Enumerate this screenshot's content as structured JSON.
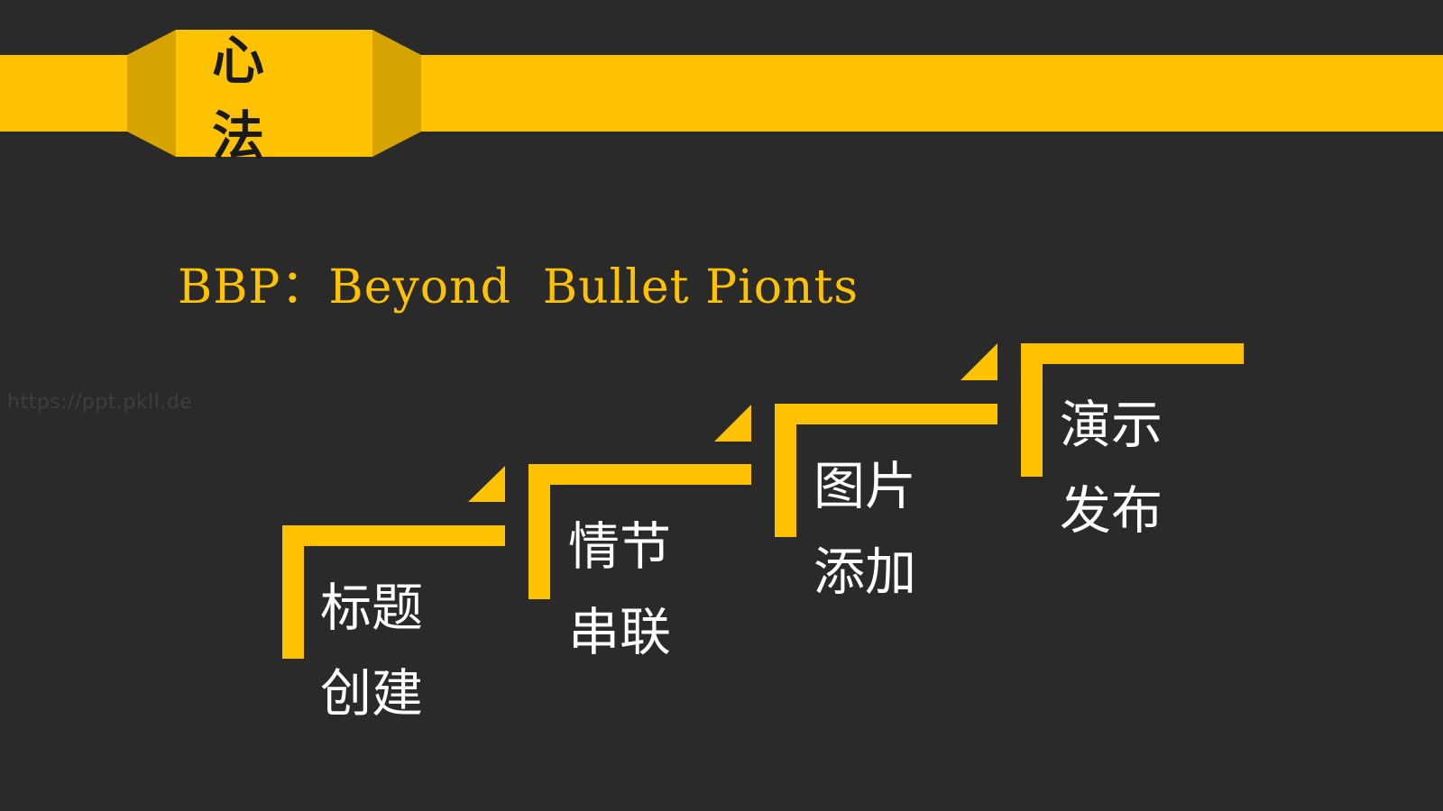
{
  "header": {
    "badge_text": "心法"
  },
  "subtitle": "BBP：Beyond  Bullet Pionts",
  "watermark": "https://ppt.pkll.de",
  "steps": [
    {
      "line1": "标题",
      "line2": "创建"
    },
    {
      "line1": "情节",
      "line2": "串联"
    },
    {
      "line1": "图片",
      "line2": "添加"
    },
    {
      "line1": "演示",
      "line2": "发布"
    }
  ],
  "colors": {
    "accent": "#fec200",
    "accent_dark": "#d5a400",
    "background": "#2a2a2a",
    "text": "#ffffff"
  }
}
